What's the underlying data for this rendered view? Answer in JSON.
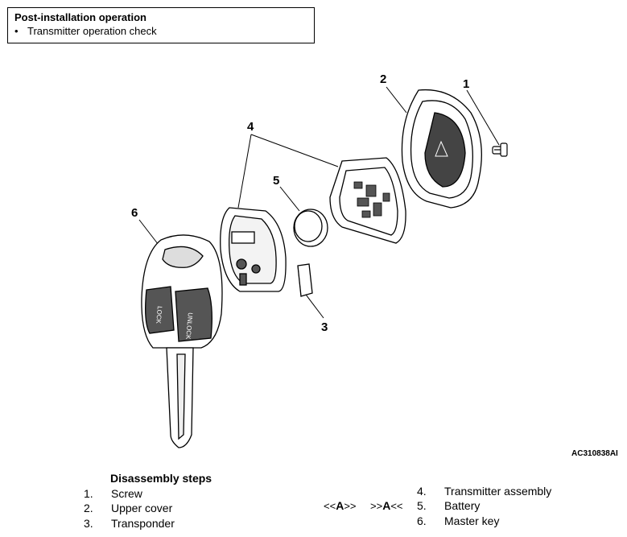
{
  "post_install": {
    "title": "Post-installation operation",
    "bullet": "•",
    "item": "Transmitter operation check"
  },
  "figure": {
    "code": "AC310838AI",
    "callouts": [
      "1",
      "2",
      "3",
      "4",
      "5",
      "6"
    ],
    "key_labels": {
      "lock": "LOCK",
      "unlock": "UNLOCK"
    }
  },
  "steps": {
    "title": "Disassembly steps",
    "items": [
      {
        "num": "1.",
        "text": "Screw"
      },
      {
        "num": "2.",
        "text": "Upper cover"
      },
      {
        "num": "3.",
        "text": "Transponder"
      },
      {
        "num": "4.",
        "text": "Transmitter assembly"
      },
      {
        "num": "5.",
        "text": "Battery"
      },
      {
        "num": "6.",
        "text": "Master key"
      }
    ],
    "marker_a_pre": "<<",
    "marker_a_letter": "A",
    "marker_a_post": ">>",
    "marker_b_pre": ">>",
    "marker_b_letter": "A",
    "marker_b_post": "<<"
  }
}
